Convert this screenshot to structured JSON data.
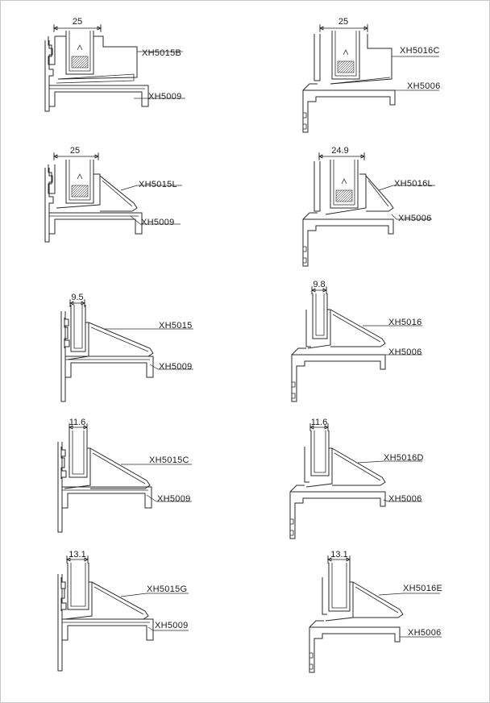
{
  "colors": {
    "line": "#2a2a2a",
    "background": "#ffffff",
    "seal_hatch": "#444444"
  },
  "sections": [
    {
      "id": "r1-left",
      "dimension": "25",
      "top_profile": "XH5015B",
      "bottom_profile": "XH5009"
    },
    {
      "id": "r1-right",
      "dimension": "25",
      "top_profile": "XH5016C",
      "bottom_profile": "XH5006"
    },
    {
      "id": "r2-left",
      "dimension": "25",
      "top_profile": "XH5015L",
      "bottom_profile": "XH5009"
    },
    {
      "id": "r2-right",
      "dimension": "24.9",
      "top_profile": "XH5016L",
      "bottom_profile": "XH5006"
    },
    {
      "id": "r3-left",
      "dimension": "9.5",
      "top_profile": "XH5015",
      "bottom_profile": "XH5009"
    },
    {
      "id": "r3-right",
      "dimension": "9.8",
      "top_profile": "XH5016",
      "bottom_profile": "XH5006"
    },
    {
      "id": "r4-left",
      "dimension": "11.6",
      "top_profile": "XH5015C",
      "bottom_profile": "XH5009"
    },
    {
      "id": "r4-right",
      "dimension": "11.6",
      "top_profile": "XH5016D",
      "bottom_profile": "XH5006"
    },
    {
      "id": "r5-left",
      "dimension": "13.1",
      "top_profile": "XH5015G",
      "bottom_profile": "XH5009"
    },
    {
      "id": "r5-right",
      "dimension": "13.1",
      "top_profile": "XH5016E",
      "bottom_profile": "XH5006"
    }
  ]
}
